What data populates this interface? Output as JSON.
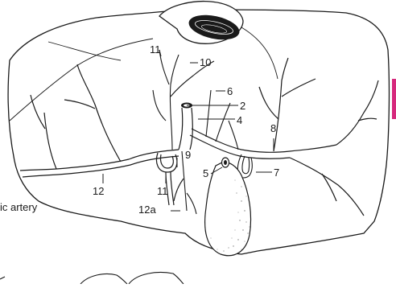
{
  "figure": {
    "labels": {
      "l2": "2",
      "l4": "4",
      "l5": "5",
      "l6": "6",
      "l7": "7",
      "l8": "8",
      "l9": "9",
      "l10": "10",
      "l11a": "11",
      "l11b": "11",
      "l12": "12",
      "l12a": "12a"
    },
    "cut_off_caption": "ic artery"
  },
  "colors": {
    "ink": "#1a1a1a",
    "paper": "#ffffff",
    "accent": "#d6287c"
  }
}
